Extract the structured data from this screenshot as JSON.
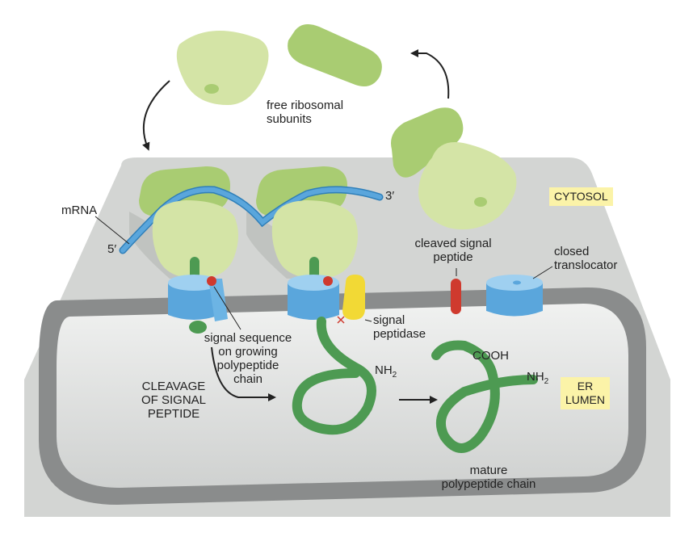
{
  "labels": {
    "free_subunits": [
      "free ribosomal",
      "subunits"
    ],
    "cytosol": "CYTOSOL",
    "mrna": "mRNA",
    "five_prime": "5′",
    "three_prime": "3′",
    "cleaved_signal_peptide": [
      "cleaved signal",
      "peptide"
    ],
    "closed_translocator": [
      "closed",
      "translocator"
    ],
    "signal_sequence": [
      "signal sequence",
      "on growing",
      "polypeptide",
      "chain"
    ],
    "signal_peptidase": [
      "signal",
      "peptidase"
    ],
    "nh2_first": "NH",
    "nh2_second": "NH",
    "subscript_2": "2",
    "cooh": "COOH",
    "cleavage": [
      "CLEAVAGE",
      "OF SIGNAL",
      "PEPTIDE"
    ],
    "er_lumen": [
      "ER",
      "LUMEN"
    ],
    "mature_chain": [
      "mature",
      "polypeptide chain"
    ]
  },
  "colors": {
    "cytosol_bg": "#d3d5d3",
    "membrane": "#8a8c8c",
    "lumen": "#e4e5e4",
    "small_subunit": "#d4e4a6",
    "large_subunit": "#a9cc72",
    "mrna": "#5aa6dc",
    "polypeptide": "#4d9a52",
    "translocator": "#5aa6dc",
    "signal_peptide": "#cf3a2e",
    "peptidase": "#f2d935",
    "label_box": "#fbf3a8"
  }
}
